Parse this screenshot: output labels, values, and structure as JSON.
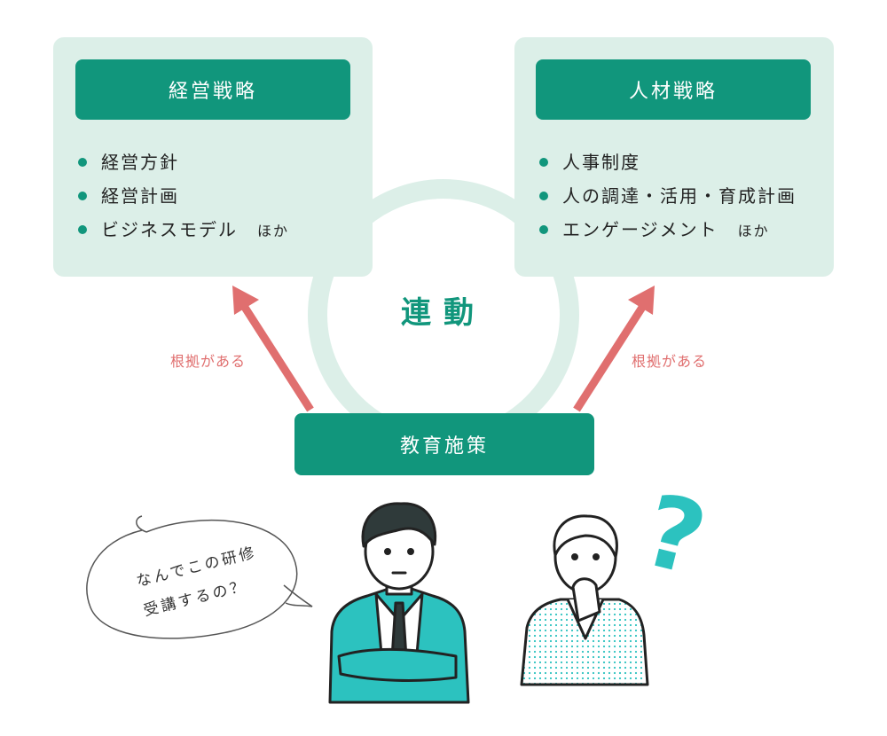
{
  "colors": {
    "primary": "#11967c",
    "card_bg": "#dcefe8",
    "arrow": "#e06f6f",
    "accent_teal": "#2cc2bf"
  },
  "left_card": {
    "title": "経営戦略",
    "items": [
      "経営方針",
      "経営計画",
      "ビジネスモデル"
    ],
    "etc": "ほか"
  },
  "right_card": {
    "title": "人材戦略",
    "items": [
      "人事制度",
      "人の調達・活用・育成計画",
      "エンゲージメント"
    ],
    "etc": "ほか"
  },
  "center_label": "連動",
  "arrow_label_left": "根拠がある",
  "arrow_label_right": "根拠がある",
  "bottom_box": "教育施策",
  "speech_bubble": {
    "line1": "なんでこの研修",
    "line2": "受講するの？"
  },
  "question_mark": "?"
}
